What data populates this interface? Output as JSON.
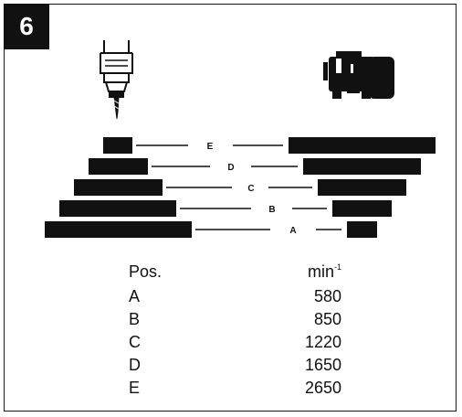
{
  "figure_number": "6",
  "colors": {
    "ink": "#111111",
    "background": "#ffffff"
  },
  "icons": {
    "drill_chuck": "drill-chuck-icon",
    "motor": "electric-motor-icon"
  },
  "pulley_positions": [
    "E",
    "D",
    "C",
    "B",
    "A"
  ],
  "speed_table": {
    "header_position": "Pos.",
    "header_speed": "min",
    "header_speed_exponent": "-1",
    "rows": [
      {
        "pos": "A",
        "speed": "580"
      },
      {
        "pos": "B",
        "speed": "850"
      },
      {
        "pos": "C",
        "speed": "1220"
      },
      {
        "pos": "D",
        "speed": "1650"
      },
      {
        "pos": "E",
        "speed": "2650"
      }
    ]
  }
}
